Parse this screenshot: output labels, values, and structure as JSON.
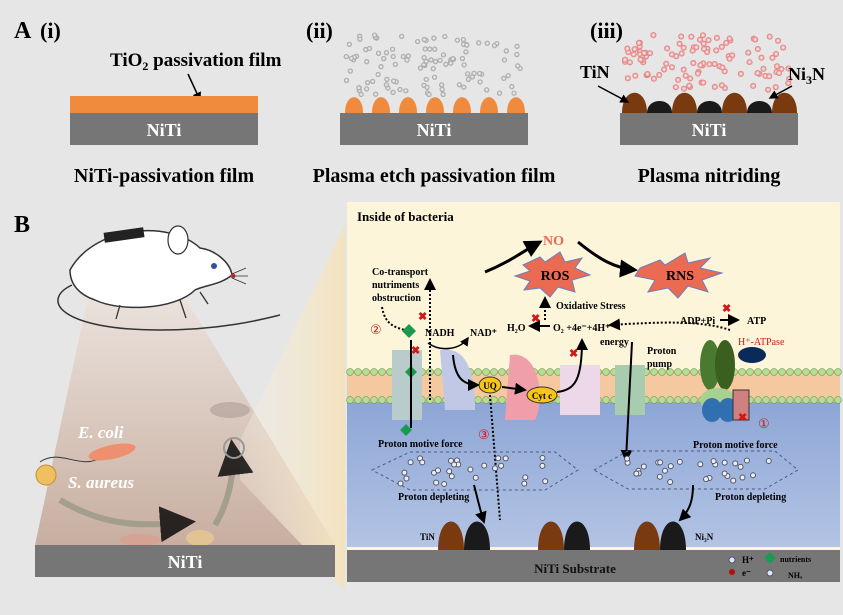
{
  "panel_a": {
    "label": "A",
    "sub_i": {
      "tag": "(i)",
      "film_label_pre": "TiO",
      "film_label_sub": "2",
      "film_label_post": " passivation film",
      "substrate": "NiTi",
      "caption": "NiTi-passivation film"
    },
    "sub_ii": {
      "tag": "(ii)",
      "substrate": "NiTi",
      "caption": "Plasma etch passivation film"
    },
    "sub_iii": {
      "tag": "(iii)",
      "tin": "TiN",
      "ni3n_pre": "Ni",
      "ni3n_sub": "3",
      "ni3n_post": "N",
      "substrate": "NiTi",
      "caption": "Plasma nitriding"
    }
  },
  "panel_b": {
    "label": "B",
    "left": {
      "ecoli": "E. coli",
      "saureus": "S. aureus",
      "substrate": "NiTi"
    },
    "right": {
      "title": "Inside of bacteria",
      "no": "NO",
      "ros": "ROS",
      "rns": "RNS",
      "cotransport": [
        "Co-transport",
        "nutriments",
        "obstruction"
      ],
      "marker_2": "②",
      "marker_1": "①",
      "marker_3": "③",
      "nadh": "NADH",
      "nad": "NAD⁺",
      "oxidative": "Oxidative Stress",
      "h2o": "H₂O",
      "o2": "O₂ +4e⁻+4H⁺",
      "adp": "ADP+Pi",
      "atp": "ATP",
      "atpase": "H⁺-ATPase",
      "energy": "energy",
      "proton_pump": [
        "Proton",
        "pump"
      ],
      "uq": "UQ",
      "cytc": "Cyt c",
      "pmf_left": "Proton motive force",
      "pmf_right": "Proton motive force",
      "depleting_left": "Proton depleting",
      "depleting_right": "Proton depleting",
      "tin": "TiN",
      "ni3n": "Ni₃N",
      "substrate": "NiTi Substrate",
      "legend": {
        "h": "H⁺",
        "e": "e⁻",
        "nutrients": "nutrients",
        "nhx": "NHₓ"
      }
    }
  },
  "colors": {
    "passivation": "#f08a3c",
    "niti": "#767676",
    "tin": "#7a3a10",
    "ni3n": "#1a1a1a",
    "ros": "#ea6a52",
    "no": "#ea6a52",
    "cream": "#fdf5da",
    "cytoplasm": "#9fb3da",
    "nutrient": "#1a9a50",
    "block": "#d01818"
  }
}
